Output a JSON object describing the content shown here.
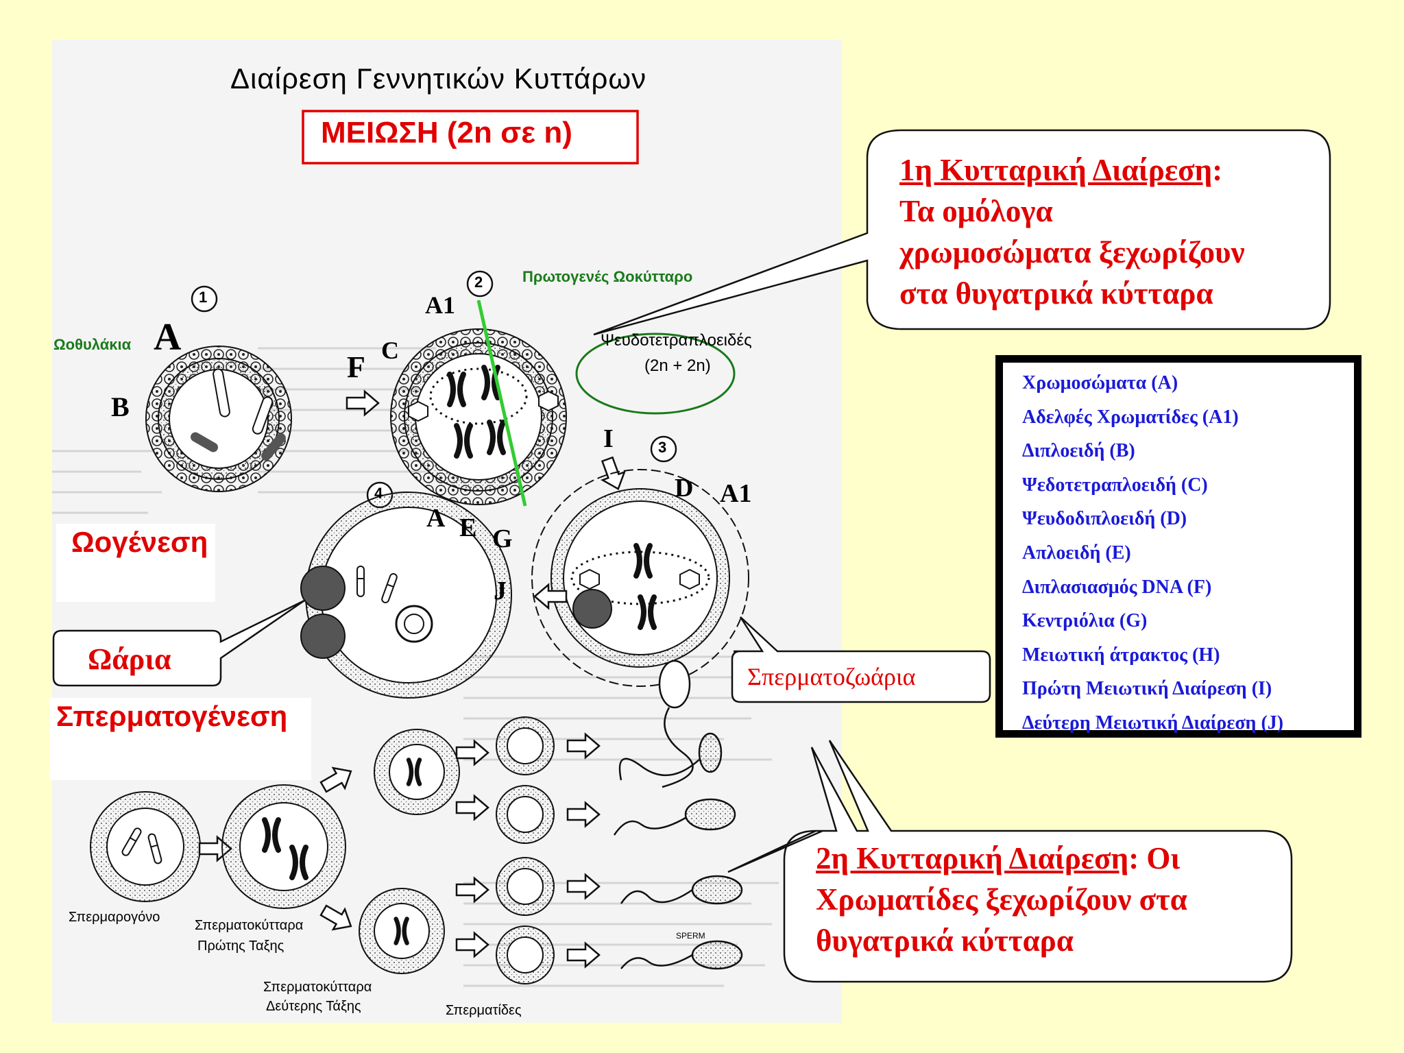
{
  "figure": {
    "title": "Διαίρεση Γεννητικών Κυττάρων",
    "subtitle": "ΜΕΙΩΣΗ (2n σε n)",
    "stage_numbers": [
      "1",
      "2",
      "3",
      "4"
    ],
    "labels": {
      "follicles": "Ωοθυλάκια",
      "primary_oocyte": "Πρωτογενές Ωοκύτταρο",
      "pseudotetraploid": "Ψευδοτετραπλοειδές",
      "pseudotetraploid_formula": "(2n + 2n)",
      "oogenesis": "Ωογένεση",
      "eggs": "Ωάρια",
      "spermatogenesis": "Σπερματογένεση",
      "spermatogonium": "Σπερμαρογόνο",
      "primary_spermatocytes_1": "Σπερματοκύτταρα",
      "primary_spermatocytes_2": "Πρώτης Ταξης",
      "secondary_spermatocytes_1": "Σπερματοκύτταρα",
      "secondary_spermatocytes_2": "Δεύτερης Τάξης",
      "spermatids": "Σπερματίδες",
      "sperm_caption": "SPERM"
    },
    "letters": {
      "A": "A",
      "A1": "A1",
      "B": "B",
      "C": "C",
      "D": "D",
      "E": "E",
      "F": "F",
      "G": "G",
      "I": "I",
      "J": "J"
    }
  },
  "callouts": {
    "first_division": {
      "heading": "1η Κυτταρική Διαίρεση",
      "colon": ":",
      "lines": [
        "Τα ομόλογα",
        "χρωμοσώματα ξεχωρίζουν",
        "στα θυγατρικά κύτταρα"
      ]
    },
    "spermatozoa": {
      "text": "Σπερματοζωάρια"
    },
    "second_division": {
      "heading": "2η Κυτταρική Διαίρεση",
      "tail": ": Οι",
      "lines": [
        "Χρωματίδες ξεχωρίζουν στα",
        "θυγατρικά κύτταρα"
      ]
    }
  },
  "legend": {
    "items": [
      "Χρωμοσώματα (A)",
      "Αδελφές Χρωματίδες (A1)",
      "Διπλοειδή (B)",
      "Ψεδοτετραπλοειδή (C)",
      "Ψευδοδιπλοειδή (D)",
      "Απλοειδή (E)",
      "Διπλασιασμός DNA (F)",
      "Κεντριόλια (G)",
      "Μειωτική άτρακτος (H)",
      "Πρώτη Μειωτική Διαίρεση (I)",
      "Δεύτερη Μειωτική Διαίρεση (J)"
    ]
  },
  "colors": {
    "background": "#ffffcc",
    "callout_text": "#e00000",
    "legend_text": "#1a1ad8",
    "highlight_line": "#33cc33",
    "oval_border": "#1a7a1a",
    "subtitle_box": "#e00000"
  }
}
